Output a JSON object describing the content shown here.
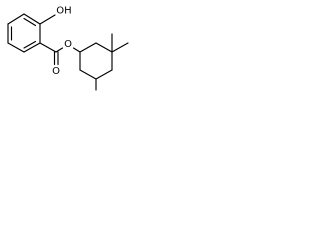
{
  "molecule": {
    "atoms": {
      "hydroxyl_oxygen": "OH",
      "carbonyl_oxygen": "O",
      "ester_oxygen": "O"
    },
    "colors": {
      "bond": "#000000",
      "background": "#ffffff"
    }
  }
}
